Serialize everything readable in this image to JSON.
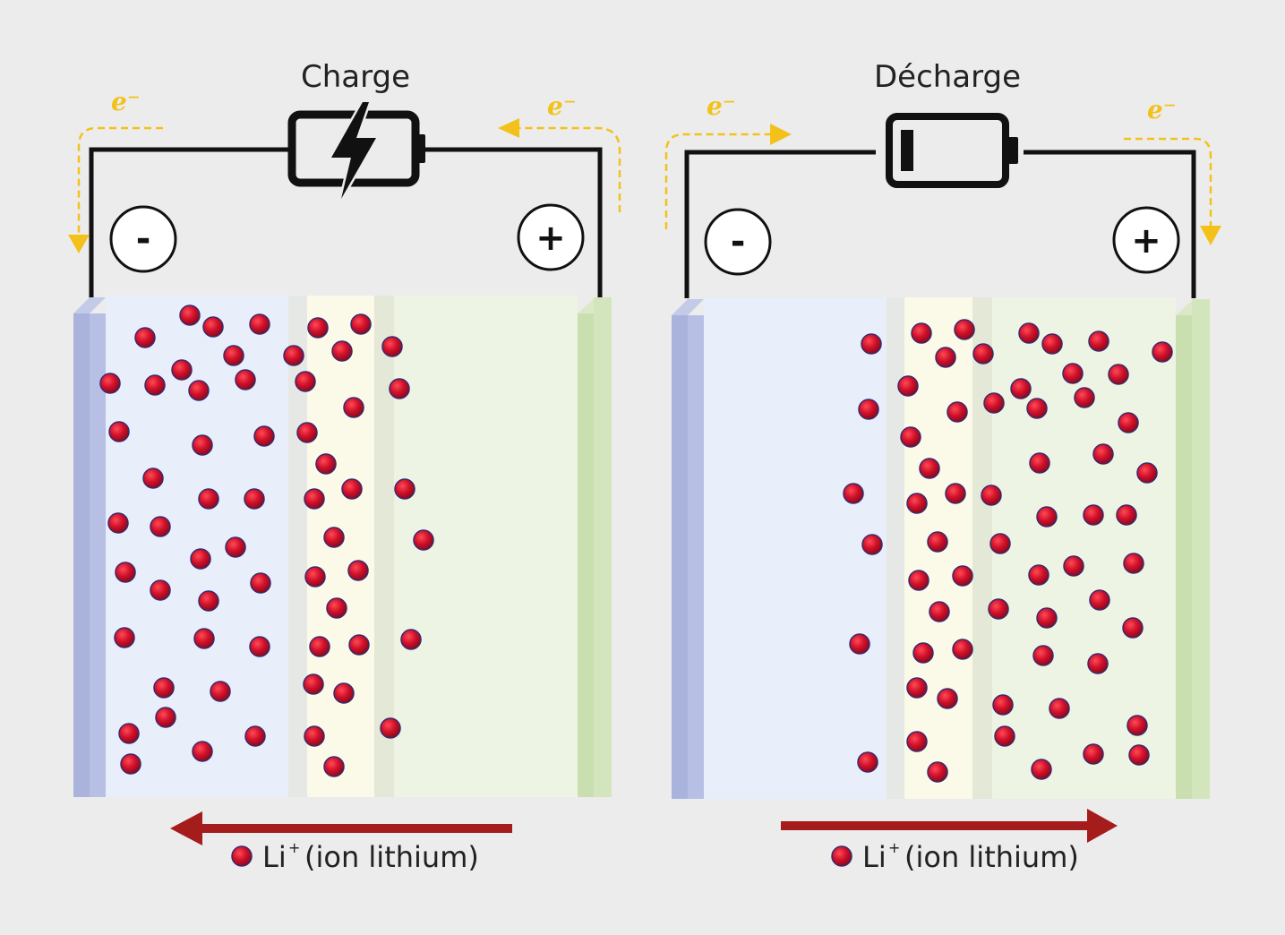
{
  "panels": [
    {
      "id": "charge",
      "title": "Charge",
      "electron_label": "e⁻",
      "negative_symbol": "-",
      "positive_symbol": "+",
      "battery_icon": "charging-battery-icon",
      "ion_flow_direction": "toward negative electrode",
      "legend_label": "Li",
      "legend_superscript": "+",
      "legend_suffix": "(ion lithium)"
    },
    {
      "id": "discharge",
      "title": "Décharge",
      "electron_label": "e⁻",
      "negative_symbol": "-",
      "positive_symbol": "+",
      "battery_icon": "low-battery-icon",
      "ion_flow_direction": "toward positive electrode",
      "legend_label": "Li",
      "legend_superscript": "+",
      "legend_suffix": "(ion lithium)"
    }
  ],
  "colors": {
    "background": "#ececec",
    "ion_fill": "#c8102e",
    "ion_stroke": "#3a2a6e",
    "electron_arrow": "#f2c21b",
    "ion_flow_arrow": "#a51c1c",
    "negative_electrode": "#a9b3dc",
    "positive_electrode": "#c9dfb0",
    "anode_zone": "#e9eefb",
    "separator_zone": "#fbf9e8",
    "cathode_zone": "#eef4e3",
    "wire": "#111111"
  }
}
